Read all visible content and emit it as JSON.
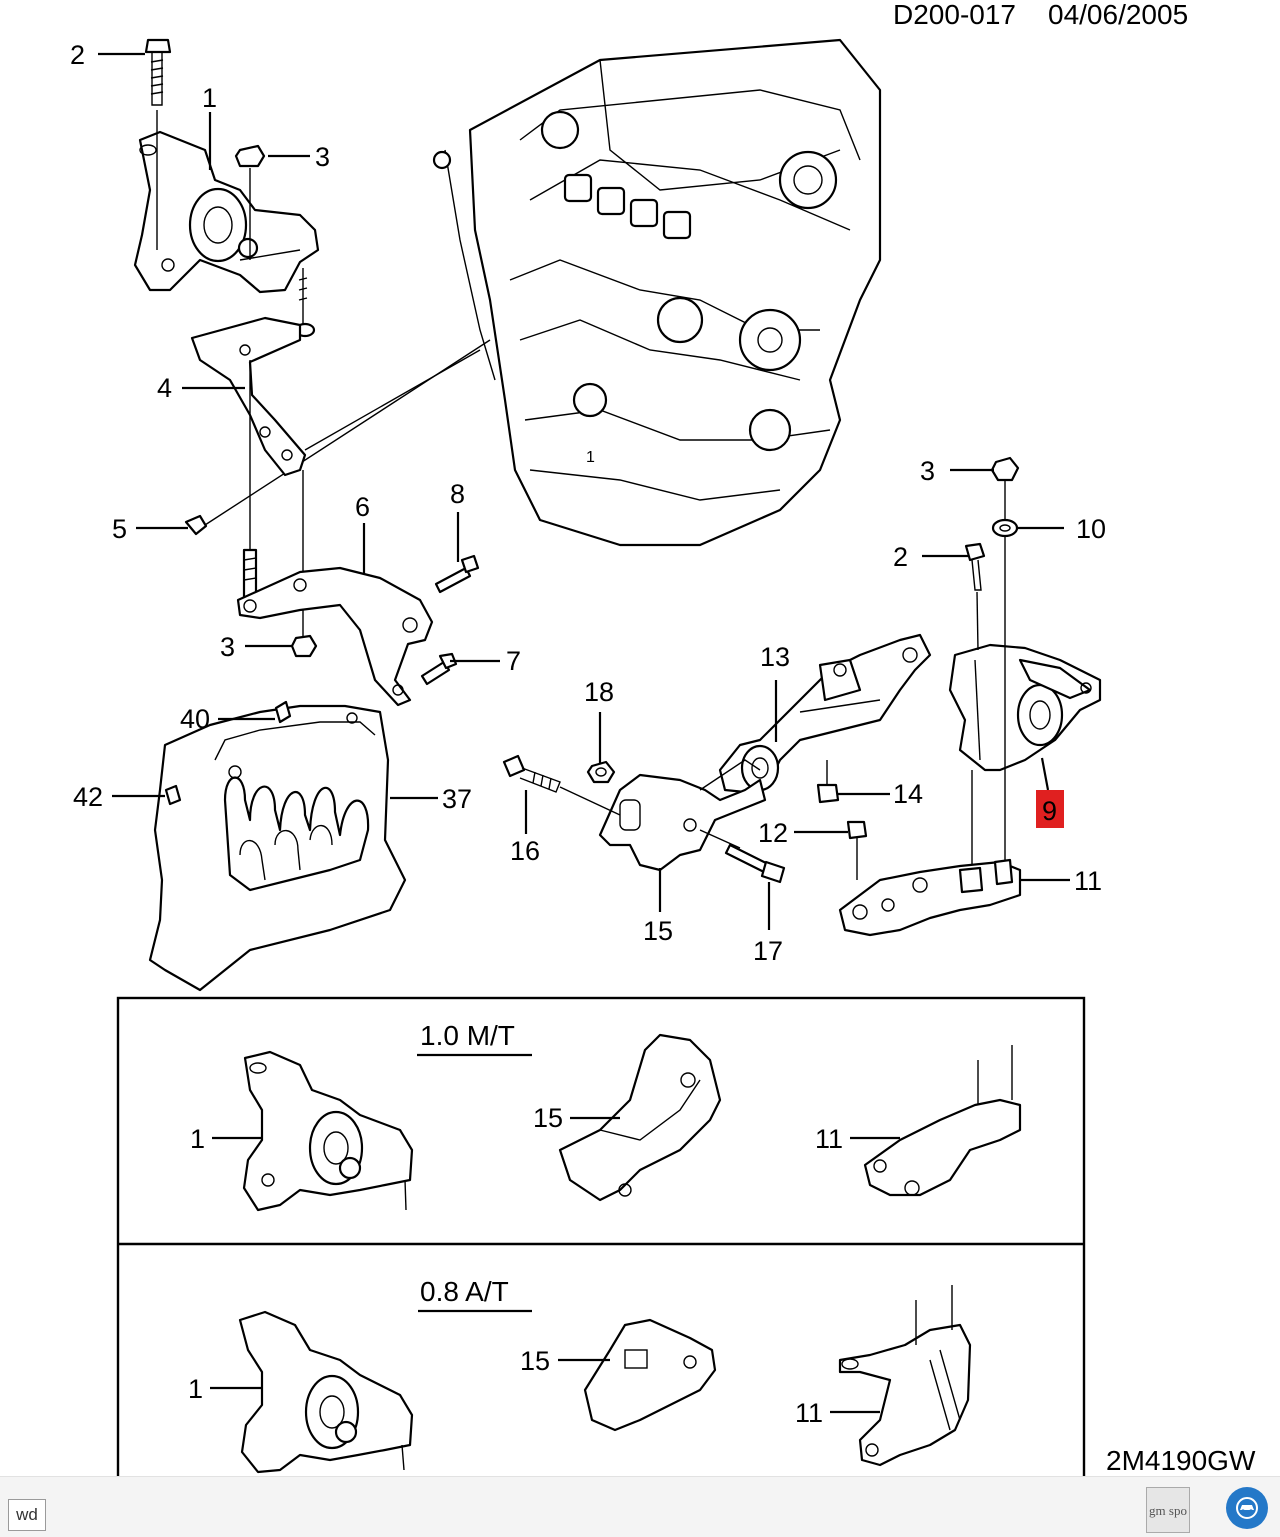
{
  "header": {
    "code": "D200-017",
    "date": "04/06/2005"
  },
  "figure_code": "2M4190GW",
  "callouts": {
    "c1": "1",
    "c2a": "2",
    "c2b": "2",
    "c3a": "3",
    "c3b": "3",
    "c3c": "3",
    "c4": "4",
    "c5": "5",
    "c6": "6",
    "c7": "7",
    "c8": "8",
    "c9": "9",
    "c10": "10",
    "c11": "11",
    "c12": "12",
    "c13": "13",
    "c14": "14",
    "c15": "15",
    "c16": "16",
    "c17": "17",
    "c18": "18",
    "c37": "37",
    "c40": "40",
    "c42": "42"
  },
  "panels": [
    {
      "title": "1.0 M/T",
      "labels": {
        "a": "1",
        "b": "15",
        "c": "11"
      }
    },
    {
      "title": "0.8 A/T",
      "labels": {
        "a": "1",
        "b": "15",
        "c": "11"
      }
    }
  ],
  "highlight_color": "#e02020",
  "footer": {
    "wd_button": "wd",
    "gm_button": "gm spo",
    "car_icon": "car-service-icon"
  }
}
